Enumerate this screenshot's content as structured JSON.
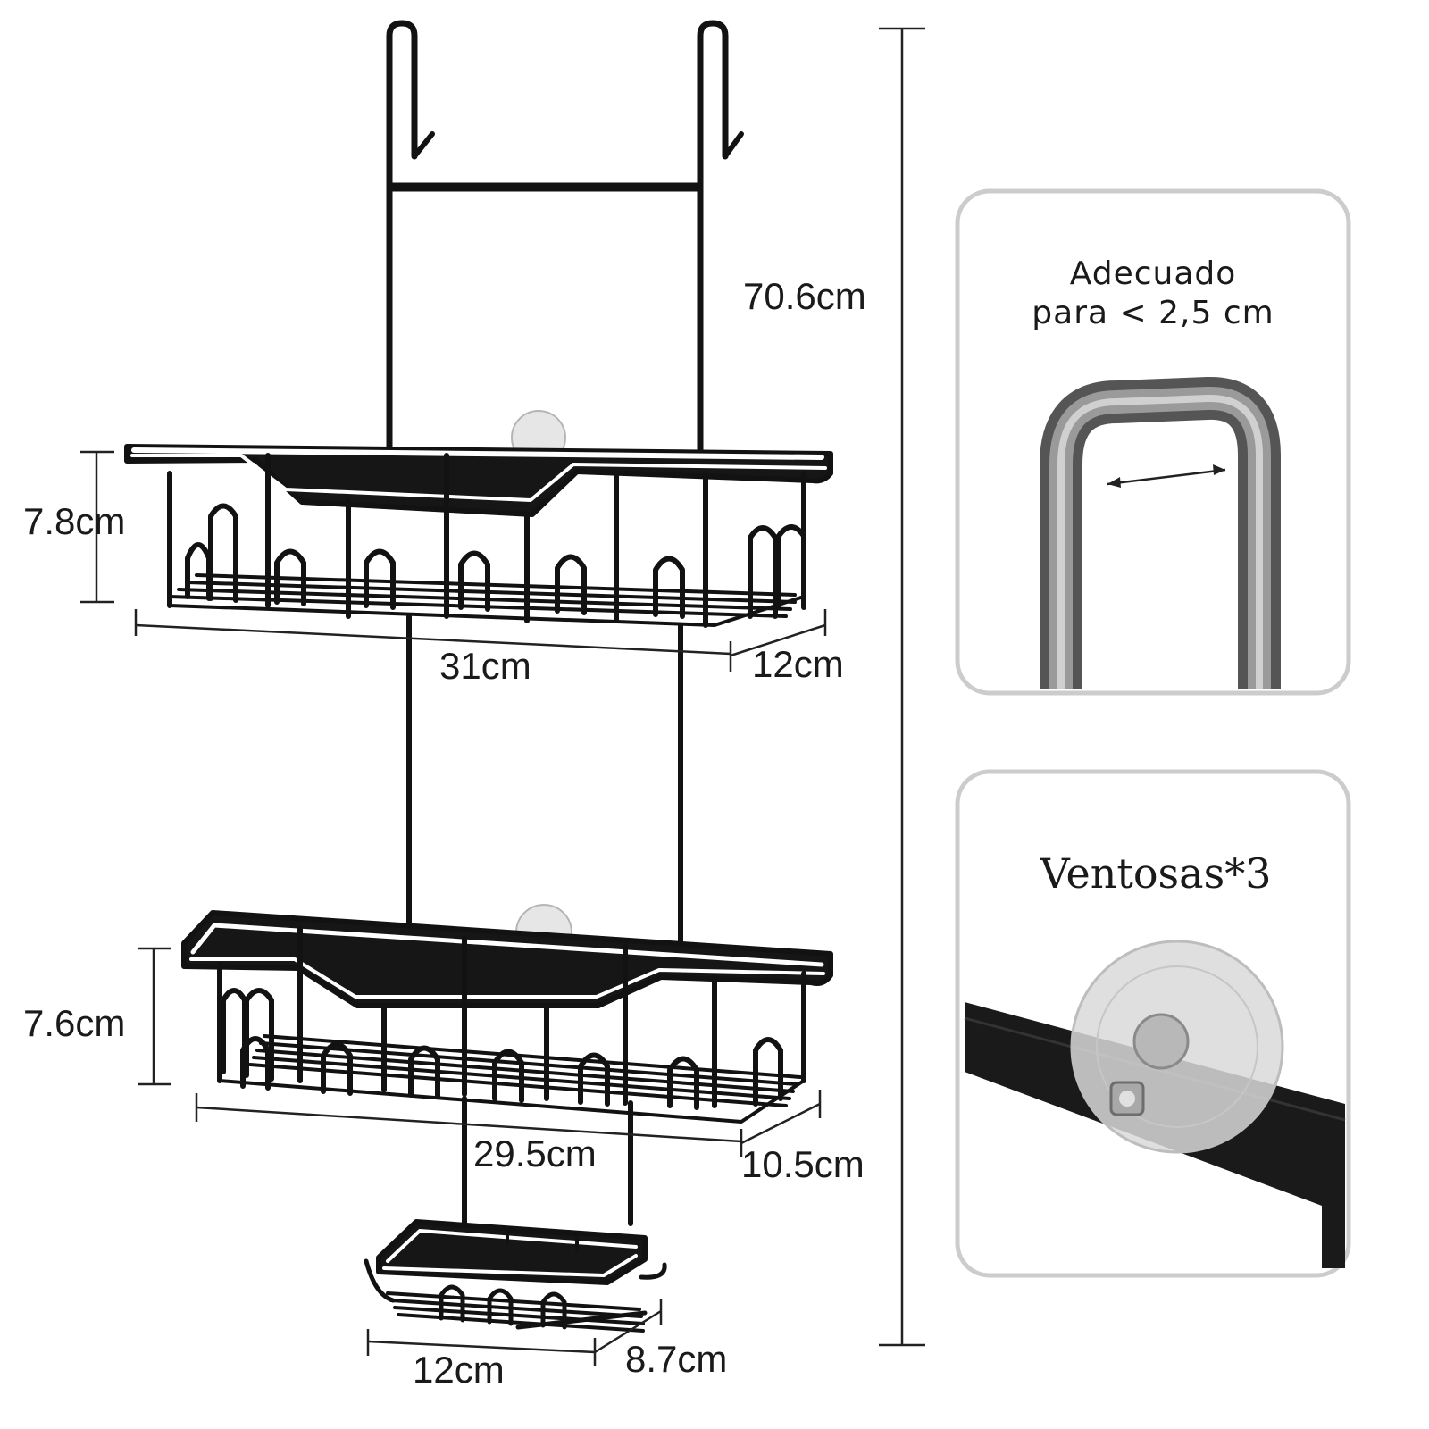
{
  "dimensions": {
    "total_height": "70.6cm",
    "top_basket_height": "7.8cm",
    "top_basket_width": "31cm",
    "top_basket_depth": "12cm",
    "middle_basket_height": "7.6cm",
    "middle_basket_width": "29.5cm",
    "middle_basket_depth": "10.5cm",
    "soap_dish_width": "12cm",
    "soap_dish_depth": "8.7cm"
  },
  "insets": {
    "hook_fit": {
      "line1": "Adecuado",
      "line2": "para < 2,5 cm"
    },
    "suction": {
      "label": "Ventosas*3"
    }
  },
  "colors": {
    "metal": "#121212",
    "suction_cup": "#d9d9d9",
    "panel_border": "#cccccc"
  }
}
